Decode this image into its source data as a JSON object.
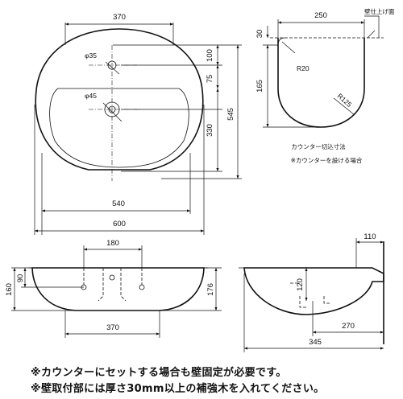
{
  "top_view": {
    "dim_top_width": "370",
    "dim_hole_dia_1": "φ35",
    "dim_hole_dia_2": "φ45",
    "dim_100": "100",
    "dim_75": "75",
    "dim_330": "330",
    "dim_545": "545",
    "dim_540": "540",
    "dim_600": "600"
  },
  "cutout": {
    "dim_width": "250",
    "dim_30": "30",
    "dim_165": "165",
    "radius_small": "R20",
    "radius_large": "R125",
    "wall_label": "壁仕上げ面",
    "caption": "カウンター切込寸法",
    "caption_note": "※カウンターを設ける場合"
  },
  "front_view": {
    "dim_180": "180",
    "dim_90": "90",
    "dim_160": "160",
    "dim_176": "176",
    "dim_370": "370"
  },
  "side_view": {
    "dim_110": "110",
    "dim_120": "120",
    "dim_270": "270",
    "dim_345": "345"
  },
  "notes": [
    "※カウンターにセットする場合も壁固定が必要です。",
    "※壁取付部には厚さ30mm以上の補強木を入れてください。"
  ]
}
